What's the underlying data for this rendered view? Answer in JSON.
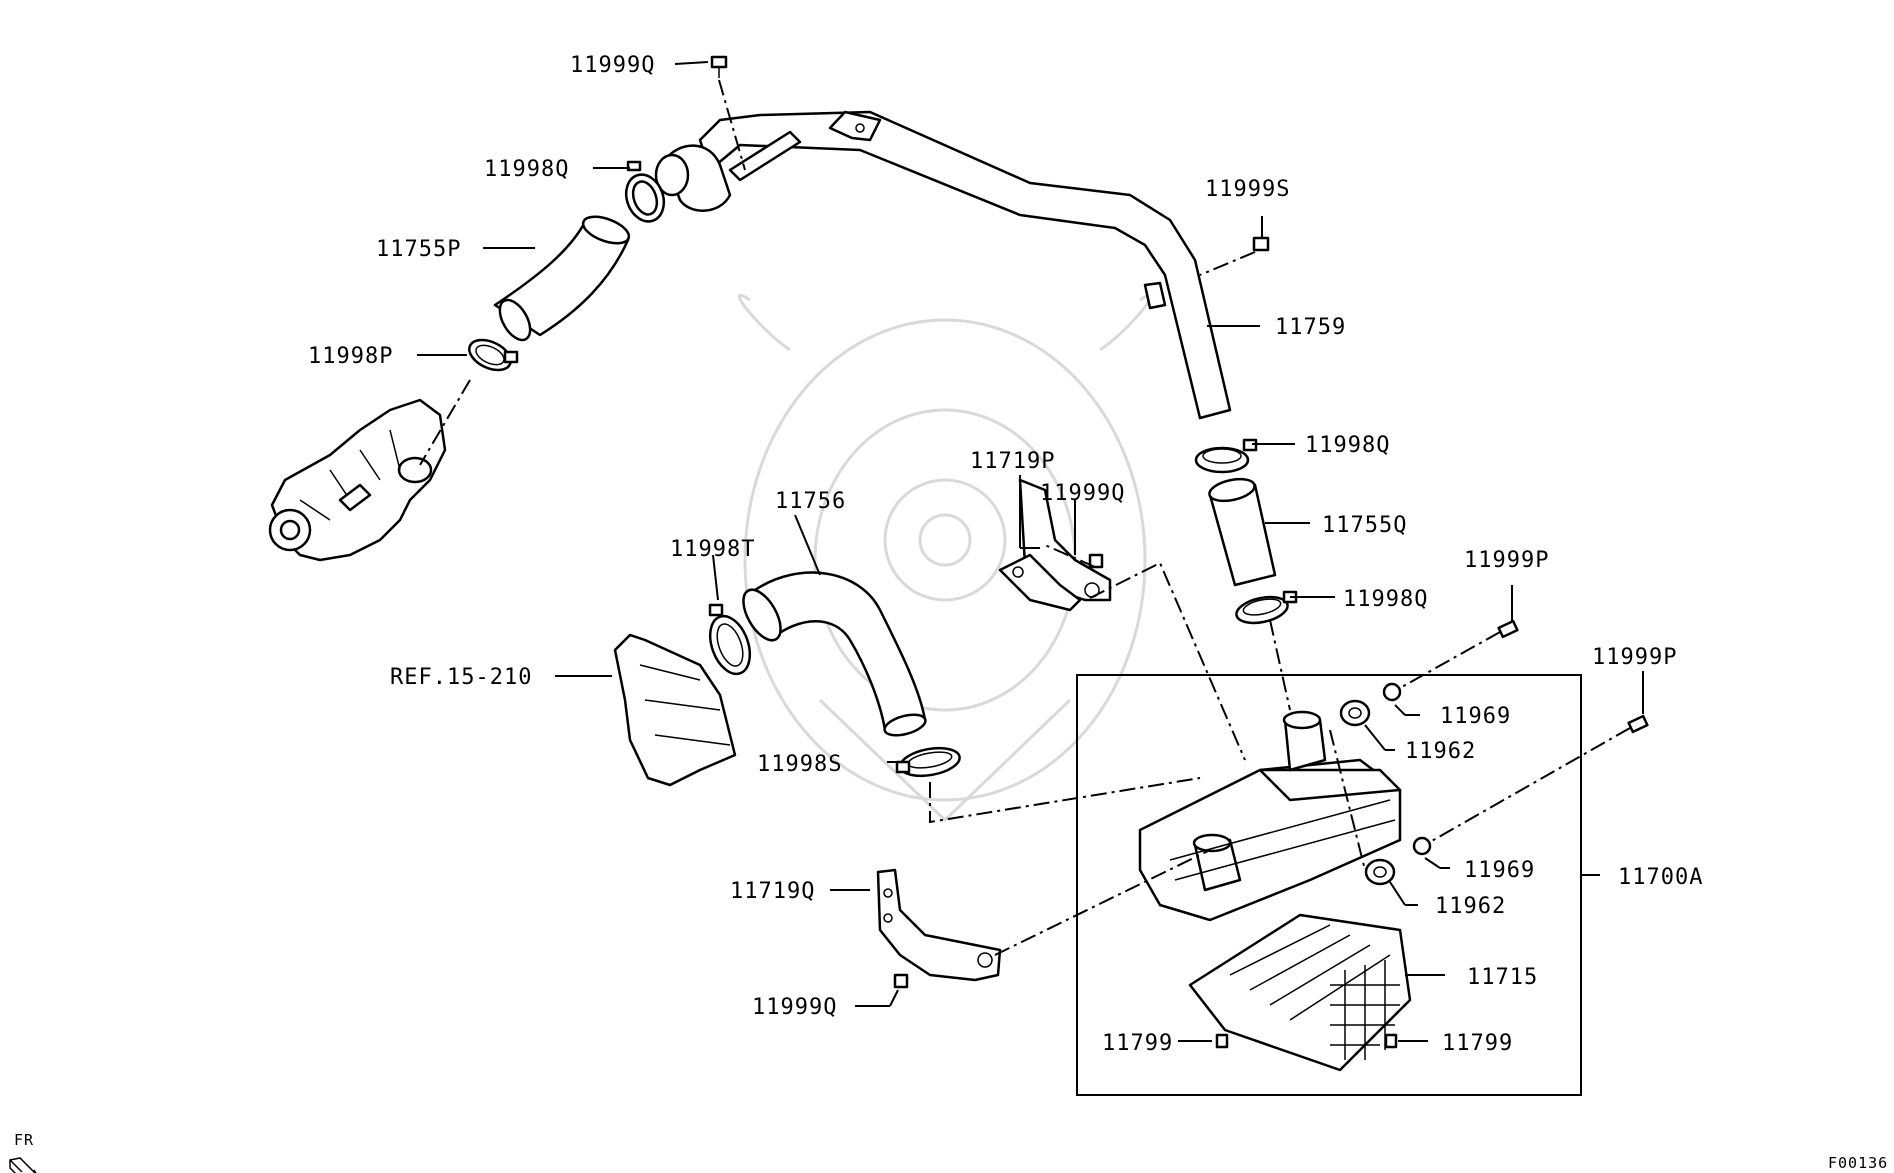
{
  "diagram": {
    "labels": {
      "p11999Q_top": "11999Q",
      "p11998Q_top": "11998Q",
      "p11755P": "11755P",
      "p11998P": "11998P",
      "p11999S": "11999S",
      "p11759": "11759",
      "p11998Q_mid": "11998Q",
      "p11755Q": "11755Q",
      "p11998Q_low": "11998Q",
      "p11719P": "11719P",
      "p11999Q_mid": "11999Q",
      "p11756": "11756",
      "p11998T": "11998T",
      "ref": "REF.15-210",
      "p11999P_a": "11999P",
      "p11999P_b": "11999P",
      "p11969_a": "11969",
      "p11962_a": "11962",
      "p11998S": "11998S",
      "p11969_b": "11969",
      "p11700A": "11700A",
      "p11962_b": "11962",
      "p11719Q": "11719Q",
      "p11715": "11715",
      "p11999Q_low": "11999Q",
      "p11799_a": "11799",
      "p11799_b": "11799"
    },
    "front_indicator": "FR",
    "figure_code": "F00136"
  }
}
